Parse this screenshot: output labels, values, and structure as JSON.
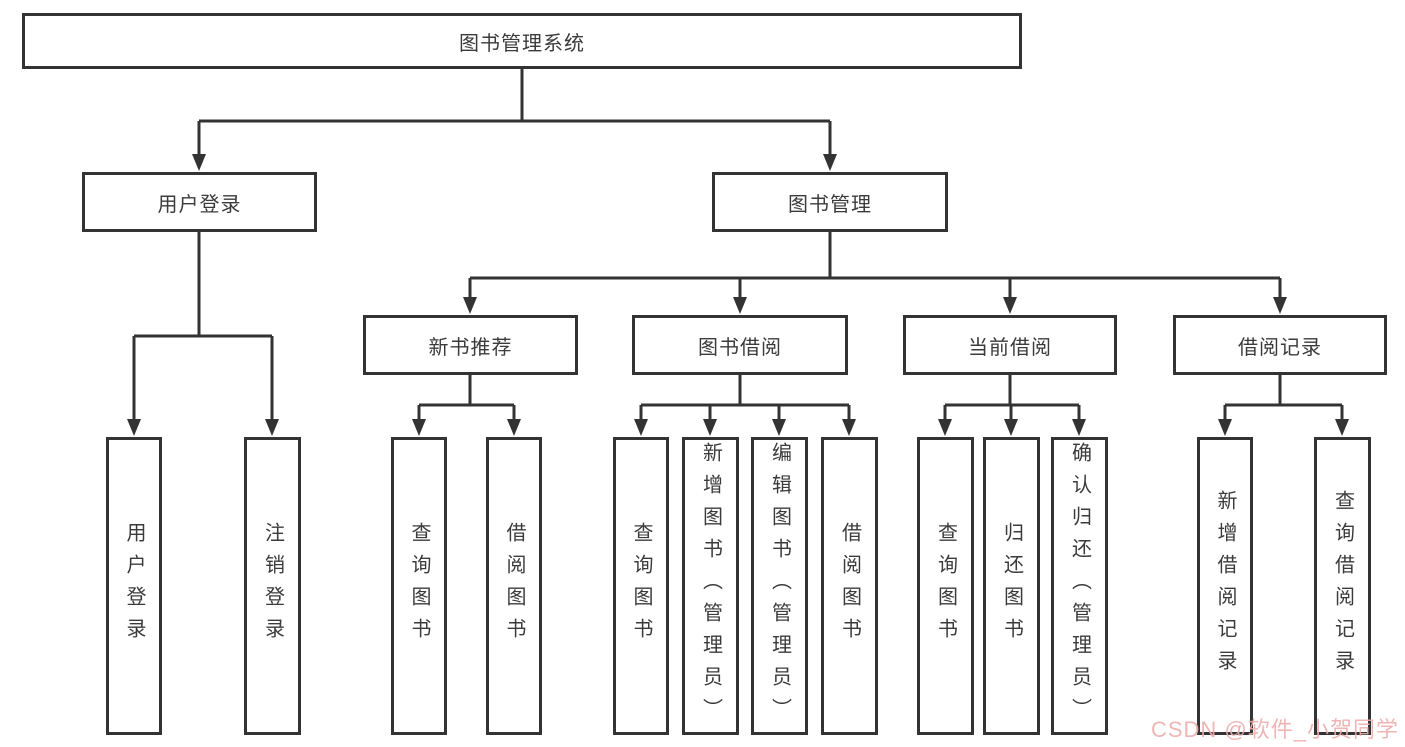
{
  "diagram": {
    "type": "tree-diagram",
    "root": {
      "label": "图书管理系统"
    },
    "branches": [
      {
        "label": "用户登录",
        "children": [
          {
            "label": "用户登录"
          },
          {
            "label": "注销登录"
          }
        ]
      },
      {
        "label": "图书管理",
        "children": [
          {
            "label": "新书推荐",
            "children": [
              {
                "label": "查询图书"
              },
              {
                "label": "借阅图书"
              }
            ]
          },
          {
            "label": "图书借阅",
            "children": [
              {
                "label": "查询图书"
              },
              {
                "label": "新增图书（管理员）"
              },
              {
                "label": "编辑图书（管理员）"
              },
              {
                "label": "借阅图书"
              }
            ]
          },
          {
            "label": "当前借阅",
            "children": [
              {
                "label": "查询图书"
              },
              {
                "label": "归还图书"
              },
              {
                "label": "确认归还（管理员）"
              }
            ]
          },
          {
            "label": "借阅记录",
            "children": [
              {
                "label": "新增借阅记录"
              },
              {
                "label": "查询借阅记录"
              }
            ]
          }
        ]
      }
    ]
  },
  "watermark": {
    "text": "CSDN @软件_小贺同学"
  },
  "colors": {
    "line": "#333333",
    "text": "#3b3b3b",
    "watermark": "#eeadad",
    "bg": "#ffffff"
  }
}
